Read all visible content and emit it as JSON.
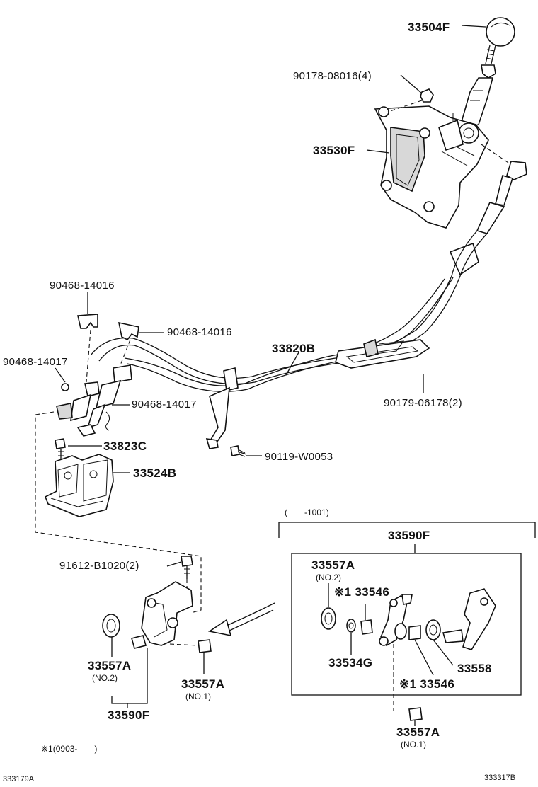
{
  "labels": {
    "knob": "33504F",
    "nut_upper": "90178-08016(4)",
    "shift_assy": "33530F",
    "clip_a": "90468-14016",
    "clip_b": "90468-14016",
    "clip_c": "90468-14017",
    "cable": "33820B",
    "clip_d": "90468-14017",
    "nut_lower": "90179-06178(2)",
    "bolt_bracket": "33823C",
    "bolt_clamp": "90119-W0053",
    "bracket": "33524B",
    "bolt_lever": "91612-B1020(2)",
    "bushing_left": "33557A",
    "bushing_left_note": "(NO.2)",
    "collar_left": "33557A",
    "collar_left_note": "(NO.1)",
    "lever_assy_left": "33590F",
    "period_box": "(　　-1001)",
    "lever_assy_box": "33590F",
    "box_bushing": "33557A",
    "box_bushing_note": "(NO.2)",
    "box_ring_1": "※1 33546",
    "box_washer": "33534G",
    "box_ring_2": "※1 33546",
    "box_spring": "33558",
    "box_collar": "33557A",
    "box_collar_note": "(NO.1)",
    "footnote": "※1(0903-　　)",
    "figure_id_left": "333179A",
    "figure_id_right": "333317B"
  }
}
